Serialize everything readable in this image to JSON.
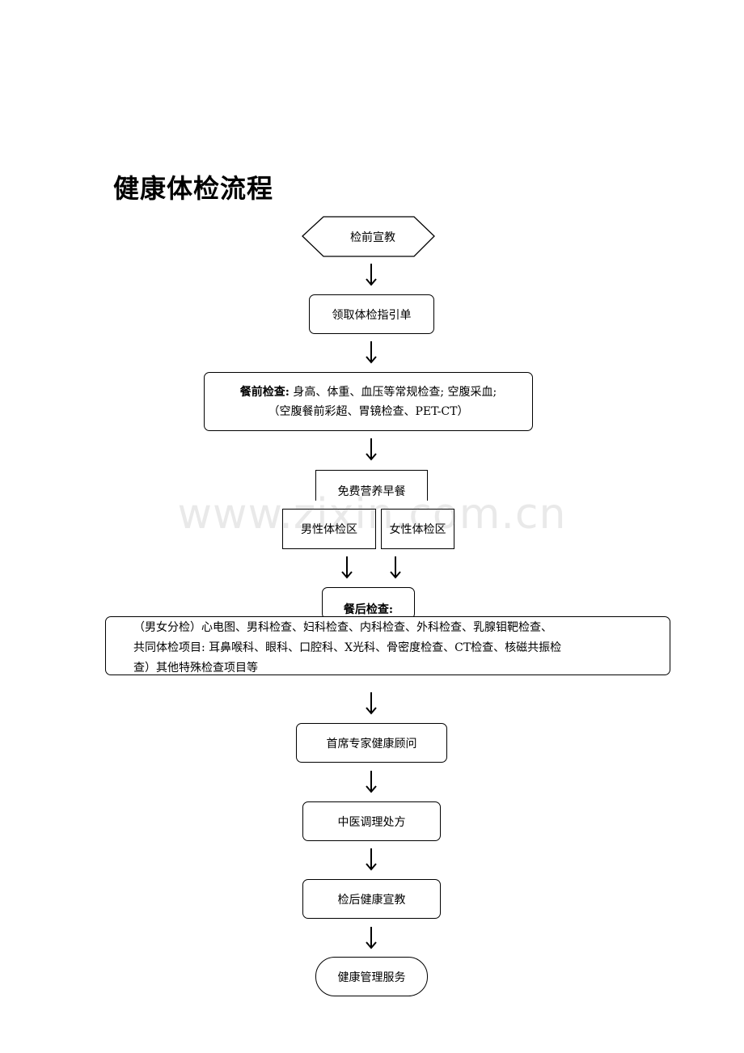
{
  "title": "健康体检流程",
  "watermark": "www.zixin.com.cn",
  "flow": {
    "step1": "检前宣教",
    "step2": "领取体检指引单",
    "pre_exam": {
      "label": "餐前检查:",
      "line1": "身高、体重、血压等常规检查; 空腹采血;",
      "line2": "（空腹餐前彩超、胃镜检查、PET-CT）"
    },
    "breakfast": "免费营养早餐",
    "male_area": "男性体检区",
    "female_area": "女性体检区",
    "post_exam": {
      "label": "餐后检查:",
      "line1": "（男女分检）心电图、男科检查、妇科检查、内科检查、外科检查、乳腺钼靶检查、",
      "line2": "共同体检项目: 耳鼻喉科、眼科、口腔科、X光科、骨密度检查、CT检查、核磁共振检",
      "line3": "查）其他特殊检查项目等"
    },
    "consultant": "首席专家健康顾问",
    "tcm": "中医调理处方",
    "education_after": "检后健康宣教",
    "management": "健康管理服务"
  }
}
